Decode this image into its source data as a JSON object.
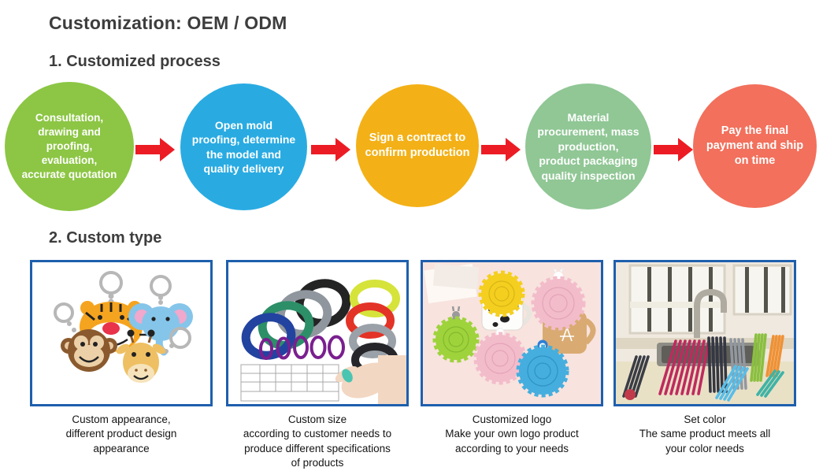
{
  "page": {
    "title": "Customization: OEM / ODM",
    "section1_title": "1. Customized process",
    "section2_title": "2. Custom type",
    "background_color": "#ffffff",
    "heading_color": "#3d3d3d"
  },
  "process": {
    "arrow_color": "#ec1c24",
    "steps": [
      {
        "label": "Consultation,\ndrawing and\nproofing,\nevaluation,\naccurate quotation",
        "color": "#8cc644"
      },
      {
        "label": "Open mold\nproofing, determine\nthe model and\nquality delivery",
        "color": "#29abe2"
      },
      {
        "label": "Sign a contract to\nconfirm production",
        "color": "#f3b117"
      },
      {
        "label": "Material\nprocurement, mass\nproduction,\nproduct packaging\nquality inspection",
        "color": "#90c795"
      },
      {
        "label": "Pay the final\npayment and ship\non time",
        "color": "#f2705c"
      }
    ]
  },
  "custom_types": {
    "card_border_color": "#1e5fad",
    "cards": [
      {
        "image": "animal-keychains",
        "caption": "Custom appearance,\ndifferent product design\nappearance"
      },
      {
        "image": "silicone-rings-size-chart",
        "caption": "Custom size\naccording to customer needs to\nproduce different specifications\nof products"
      },
      {
        "image": "cup-lids-with-figures",
        "caption": "Customized logo\nMake your own logo product\naccording to your needs"
      },
      {
        "image": "colorful-drying-rack-sink",
        "caption": "Set color\nThe same product meets all\nyour color needs"
      }
    ]
  }
}
